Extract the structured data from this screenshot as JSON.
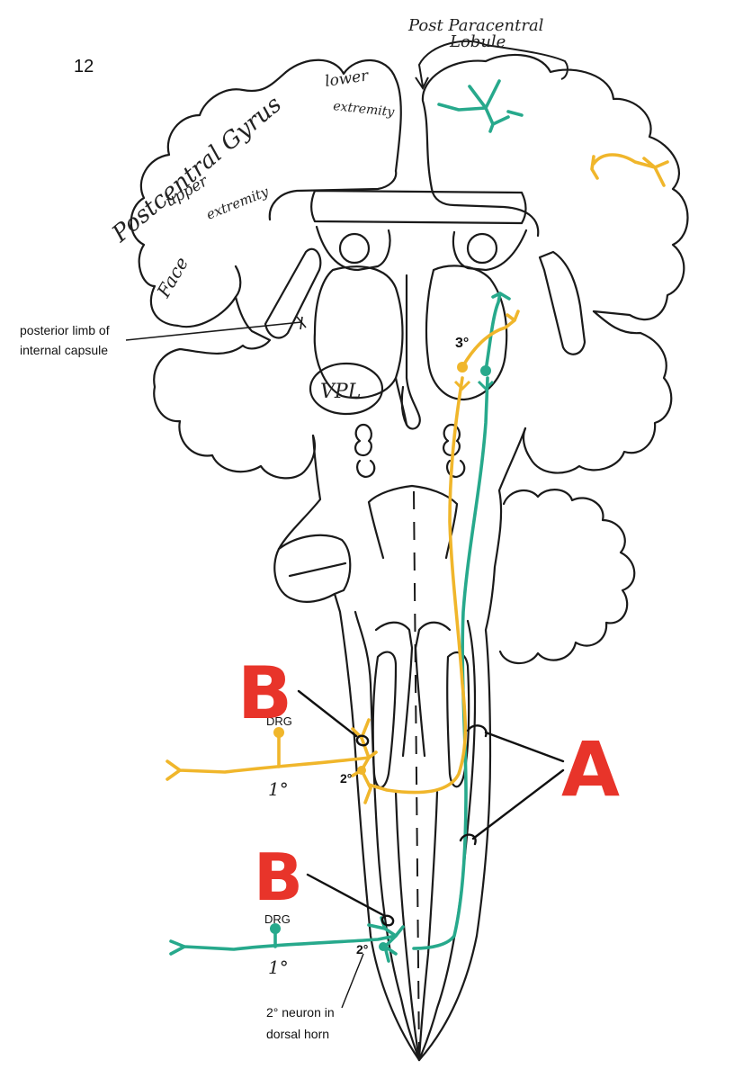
{
  "page_number": "12",
  "labels": {
    "post_paracentral": "Post Paracentral",
    "lobule": "Lobule",
    "lower": "lower",
    "extremity_lower": "extremity",
    "postcentral_gyrus": "Postcentral Gyrus",
    "upper": "upper",
    "extremity_upper": "extremity",
    "face": "Face",
    "posterior_limb_line1": "posterior limb of",
    "posterior_limb_line2": "internal capsule",
    "vpl": "VPL",
    "third_order": "3°",
    "drg_yellow": "DRG",
    "first_order_yellow": "1°",
    "second_order_yellow": "2°",
    "drg_teal": "DRG",
    "first_order_teal": "1°",
    "second_order_teal": "2°",
    "dorsal_horn_line1": "2° neuron in",
    "dorsal_horn_line2": "dorsal horn",
    "marker_b_upper": "B",
    "marker_b_lower": "B",
    "marker_a": "A"
  },
  "colors": {
    "yellow_pathway": "#f0b62b",
    "teal_pathway": "#27a98c",
    "red_marker": "#e8342a",
    "outline": "#1a1a1a"
  }
}
